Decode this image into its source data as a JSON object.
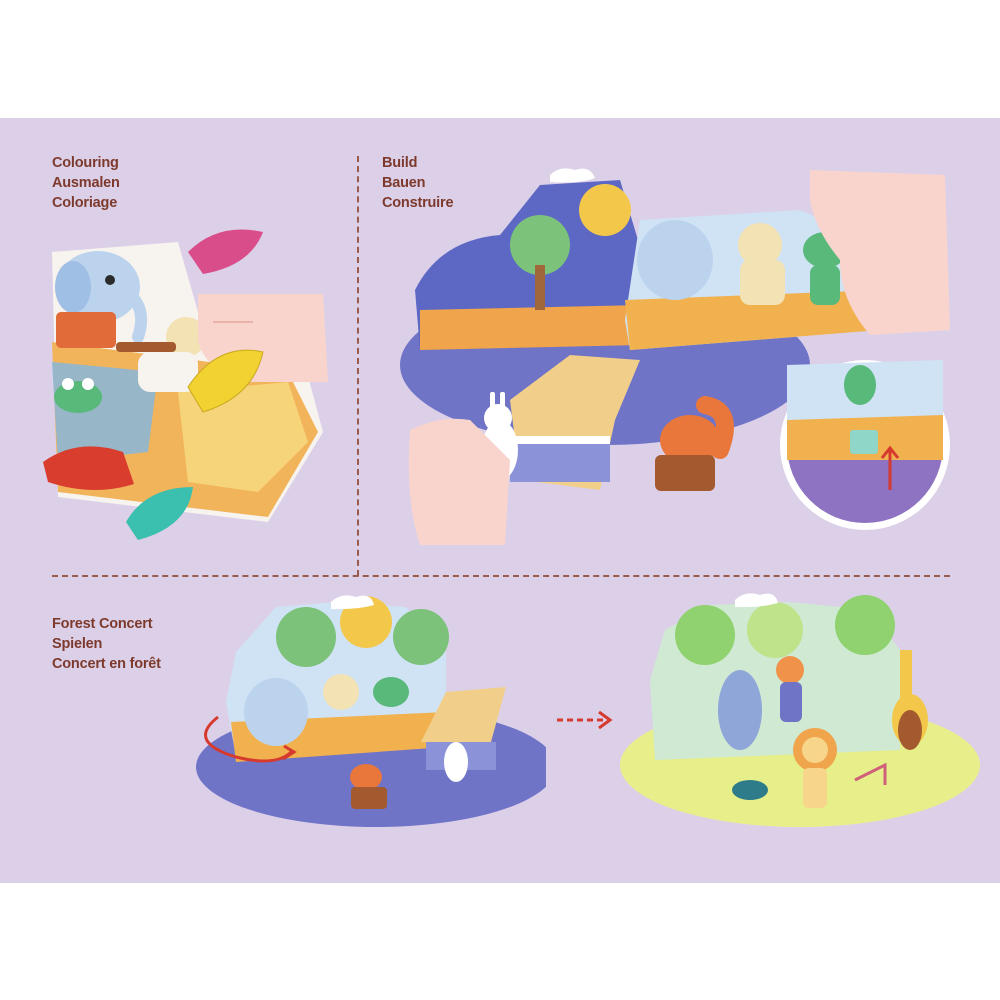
{
  "steps": {
    "colouring": {
      "lines": [
        "Colouring",
        "Ausmalen",
        "Coloriage"
      ]
    },
    "build": {
      "lines": [
        "Build",
        "Bauen",
        "Construire"
      ]
    },
    "concert": {
      "lines": [
        "Forest Concert",
        "Spielen",
        "Concert en forêt"
      ]
    }
  },
  "colors": {
    "background": "#dcd0e9",
    "caption": "#7d3a2c",
    "divider": "#9a5a4c",
    "arrow": "#d63a2e"
  },
  "icons": {
    "crayons": "leaf-shaped-crayon-icon",
    "hand": "hand-icon",
    "arrow": "right-arrow-icon"
  }
}
